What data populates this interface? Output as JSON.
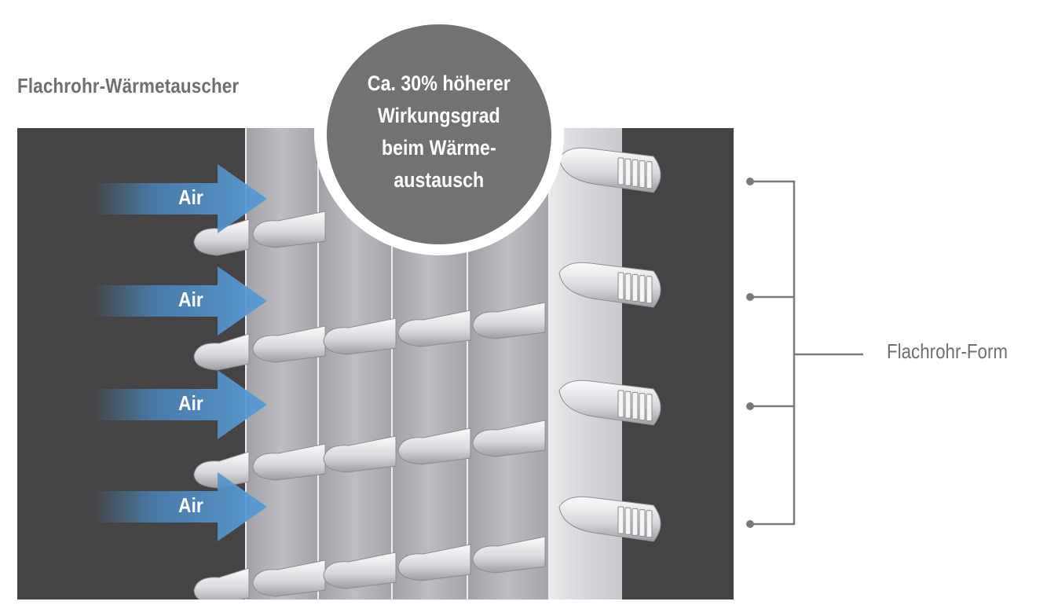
{
  "title": "Flachrohr-Wärmetauscher",
  "bubble": {
    "lines": [
      "Ca. 30% höherer",
      "Wirkungsgrad",
      "beim Wärme-",
      "austausch"
    ]
  },
  "airflow": {
    "label": "Air",
    "count": 4
  },
  "tube_rows": 4,
  "plate_columns": 5,
  "callout": {
    "label": "Flachrohr-Form",
    "pointer_count": 4
  },
  "colors": {
    "background": "#454344",
    "bubble": "#737273",
    "text_gray": "#6f6f6f",
    "arrow_blue": "#4a8cc7",
    "plate_light": "#dedfe2",
    "plate_gray": "#b2b3b7"
  }
}
